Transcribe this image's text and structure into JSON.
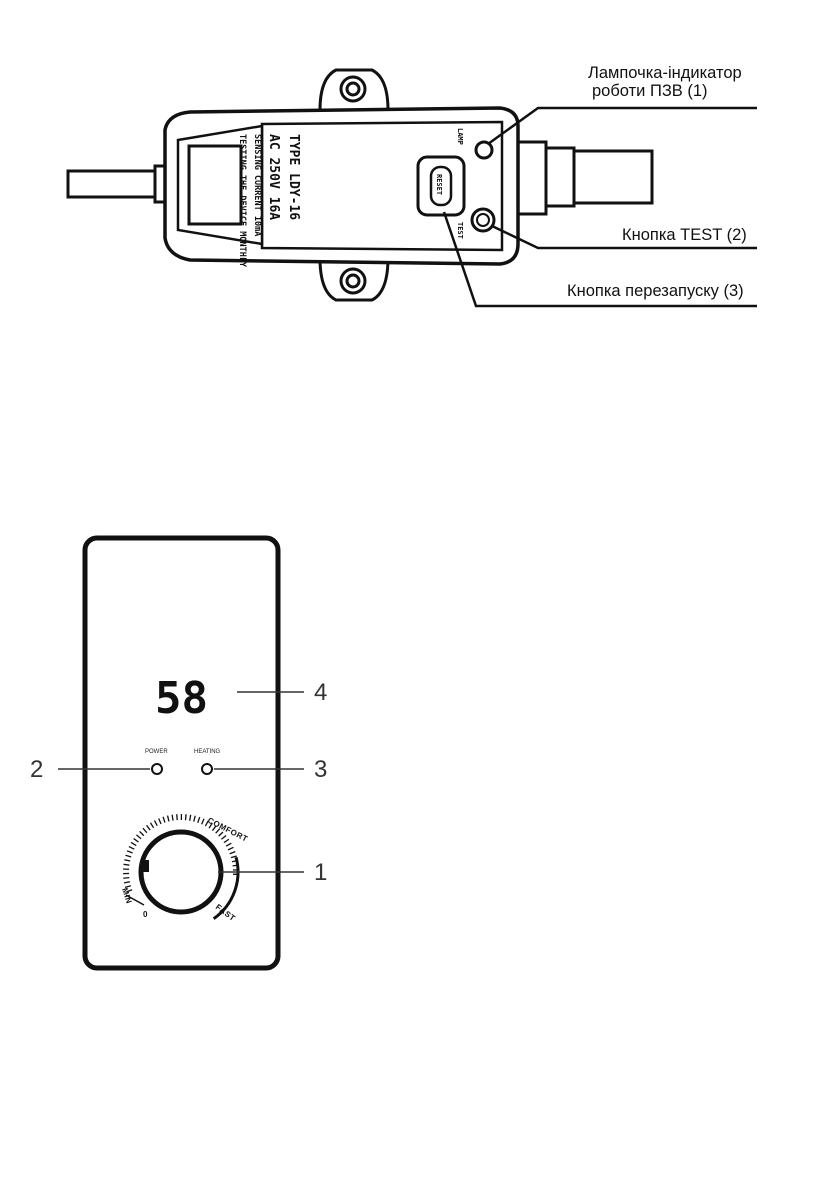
{
  "rcd": {
    "labels": {
      "indicator_line1": "Лампочка-індикатор",
      "indicator_line2": "роботи ПЗВ (1)",
      "test_button": "Кнопка TEST (2)",
      "reset_button": "Кнопка перезапуску (3)"
    },
    "body_text": {
      "line1": "TYPE LDY-16",
      "line2": "AC 250V 16A",
      "line3": "SENSING CURRENT 10mA",
      "line4": "TESTING THE DEVICE MONTHLY",
      "lamp": "LAMP",
      "test": "TEST",
      "reset": "RESET"
    }
  },
  "panel": {
    "display_value": "58",
    "power_label": "POWER",
    "heating_label": "HEATING",
    "dial_labels": {
      "comfort": "COMFORT",
      "fast": "FAST",
      "min": "MIN",
      "zero": "0"
    },
    "callouts": {
      "dial": "1",
      "power": "2",
      "heating": "3",
      "display": "4"
    }
  }
}
